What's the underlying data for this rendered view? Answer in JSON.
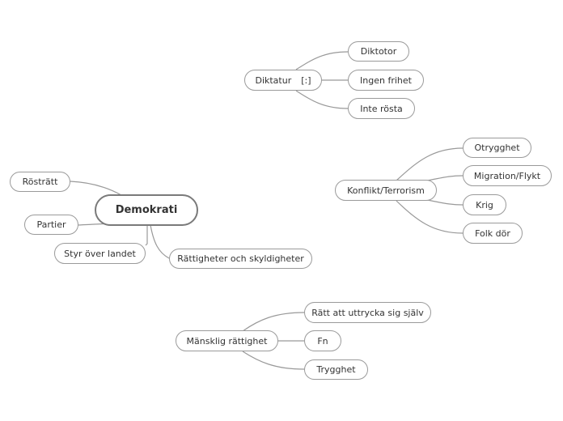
{
  "map": {
    "root": {
      "label": "Demokrati"
    },
    "left_topics": [
      {
        "label": "Rösträtt"
      },
      {
        "label": "Partier"
      },
      {
        "label": "Styr över landet"
      }
    ],
    "right_topic": {
      "label": "Rättigheter och skyldigheter"
    },
    "diktatur": {
      "label": "Diktatur",
      "marker": "[:]",
      "children": [
        {
          "label": "Diktotor"
        },
        {
          "label": "Ingen frihet"
        },
        {
          "label": "Inte rösta"
        }
      ]
    },
    "konflikt": {
      "label": "Konflikt/Terrorism",
      "children": [
        {
          "label": "Otrygghet"
        },
        {
          "label": "Migration/Flykt"
        },
        {
          "label": "Krig"
        },
        {
          "label": "Folk dör"
        }
      ]
    },
    "manniska": {
      "label": "Mänsklig rättighet",
      "children": [
        {
          "label": "Rätt att uttrycka sig själv"
        },
        {
          "label": "Fn"
        },
        {
          "label": "Trygghet"
        }
      ]
    }
  }
}
